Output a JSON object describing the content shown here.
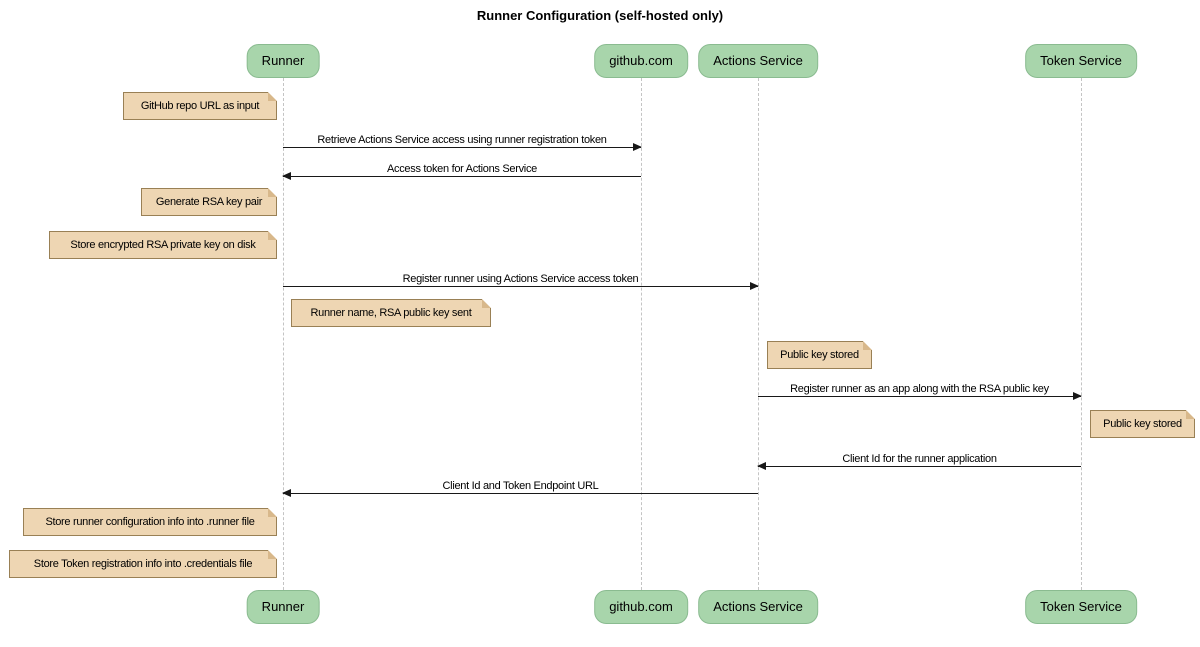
{
  "title": "Runner Configuration (self-hosted only)",
  "diagram_type": "sequence",
  "participants": [
    "Runner",
    "github.com",
    "Actions Service",
    "Token Service"
  ],
  "messages": [
    {
      "from": "Runner",
      "to": "github.com",
      "text": "Retrieve Actions Service access using runner registration token"
    },
    {
      "from": "github.com",
      "to": "Runner",
      "text": "Access token for Actions Service"
    },
    {
      "from": "Runner",
      "to": "Actions Service",
      "text": "Register runner using Actions Service access token"
    },
    {
      "from": "Actions Service",
      "to": "Token Service",
      "text": "Register runner as an app along with the RSA public key"
    },
    {
      "from": "Token Service",
      "to": "Actions Service",
      "text": "Client Id for the runner application"
    },
    {
      "from": "Actions Service",
      "to": "Runner",
      "text": "Client Id and Token Endpoint URL"
    }
  ],
  "notes": [
    {
      "anchor": "Runner",
      "side": "left",
      "text": "GitHub repo URL as input"
    },
    {
      "anchor": "Runner",
      "side": "left",
      "text": "Generate RSA key pair"
    },
    {
      "anchor": "Runner",
      "side": "left",
      "text": "Store encrypted RSA private key on disk"
    },
    {
      "anchor": "Runner",
      "side": "right",
      "text": "Runner name, RSA public key sent"
    },
    {
      "anchor": "Actions Service",
      "side": "right",
      "text": "Public key stored"
    },
    {
      "anchor": "Token Service",
      "side": "right",
      "text": "Public key stored"
    },
    {
      "anchor": "Runner",
      "side": "left",
      "text": "Store runner configuration info into .runner file"
    },
    {
      "anchor": "Runner",
      "side": "left",
      "text": "Store Token registration info into .credentials file"
    }
  ],
  "colors": {
    "background": "#ffffff",
    "text": "#000000",
    "participant_fill": "#a8d5ab",
    "participant_border": "#8abb90",
    "note_fill": "#eed6b3",
    "note_border": "#998055",
    "note_fold": "#d8b88b",
    "lifeline": "#c4c4c4",
    "arrow": "#181818"
  }
}
